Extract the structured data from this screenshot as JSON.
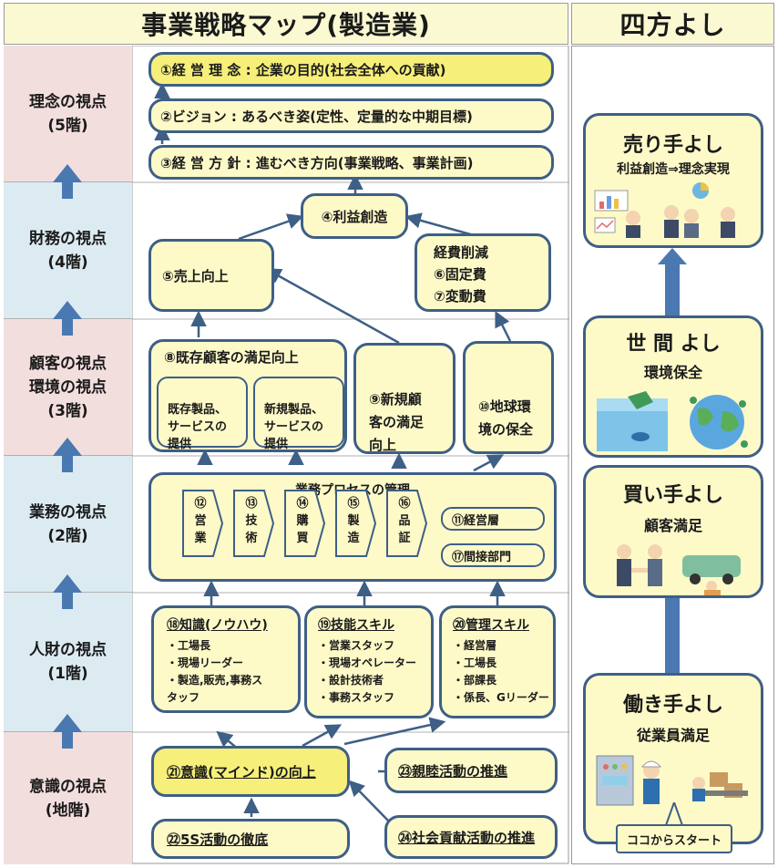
{
  "header": {
    "left_title": "事業戦略マップ(製造業)",
    "right_title": "四方よし"
  },
  "perspectives": [
    {
      "line1": "理念の視点",
      "line2": "(5階)",
      "color": "#f3dede"
    },
    {
      "line1": "財務の視点",
      "line2": "(4階)",
      "color": "#dcebf2"
    },
    {
      "line1": "顧客の視点",
      "line1b": "環境の視点",
      "line2": "(3階)",
      "color": "#f3dede"
    },
    {
      "line1": "業務の視点",
      "line2": "(2階)",
      "color": "#dcebf2"
    },
    {
      "line1": "人財の視点",
      "line2": "(1階)",
      "color": "#dcebf2"
    },
    {
      "line1": "意識の視点",
      "line2": "(地階)",
      "color": "#f3dede"
    }
  ],
  "philosophy": {
    "item1": "①経 営 理 念 : 企業の目的(社会全体への貢献)",
    "item2": "②ビジョン : あるべき姿(定性、定量的な中期目標)",
    "item3": "③経 営 方 針 : 進むべき方向(事業戦略、事業計画)"
  },
  "financial": {
    "profit": "④利益創造",
    "sales": "⑤売上向上",
    "cost_title": "経費削減",
    "cost_fixed": "⑥固定費",
    "cost_variable": "⑦変動費"
  },
  "customer": {
    "existing_title": "⑧既存顧客の満足向上",
    "existing_sub1": "既存製品、\nサービスの\n提供",
    "existing_sub2": "新規製品、\nサービスの\n提供",
    "new_customers": "⑨新規顧\n客の満足\n向上",
    "environment": "⑩地球環\n境の保全"
  },
  "process": {
    "title": "業務プロセスの管理",
    "steps": [
      "⑫\n営\n業",
      "⑬\n技\n術",
      "⑭\n購\n買",
      "⑮\n製\n造",
      "⑯\n品\n証"
    ],
    "management": "⑪経営層",
    "indirect": "⑰間接部門"
  },
  "people": {
    "knowledge_title": "⑱知識(ノウハウ)",
    "knowledge_items": [
      "・工場長",
      "・現場リーダー",
      "・製造,販売,事務ス",
      "タッフ"
    ],
    "skill_title": "⑲技能スキル",
    "skill_items": [
      "・営業スタッフ",
      "・現場オペレーター",
      "・設計技術者",
      "・事務スタッフ"
    ],
    "mgmt_title": "⑳管理スキル",
    "mgmt_items": [
      "・経営層",
      "・工場長",
      "・部課長",
      "・係長、Gリーダー"
    ]
  },
  "mindset": {
    "mind": "㉑意識(マインド)の向上",
    "friendship": "㉓親睦活動の推進",
    "five_s": "㉒5S活動の徹底",
    "social": "㉔社会貢献活動の推進"
  },
  "yoshi": {
    "seller_title": "売り手よし",
    "seller_sub": "利益創造⇒理念実現",
    "world_title": "世 間 よし",
    "world_sub": "環境保全",
    "buyer_title": "買い手よし",
    "buyer_sub": "顧客満足",
    "worker_title": "働き手よし",
    "worker_sub": "従業員満足",
    "start": "ココからスタート"
  },
  "colors": {
    "border": "#3e5f86",
    "box_fill": "#fdfac8",
    "highlight": "#f6ef79",
    "arrow": "#4a78b0",
    "pink": "#f3dede",
    "blue": "#dcebf2"
  }
}
